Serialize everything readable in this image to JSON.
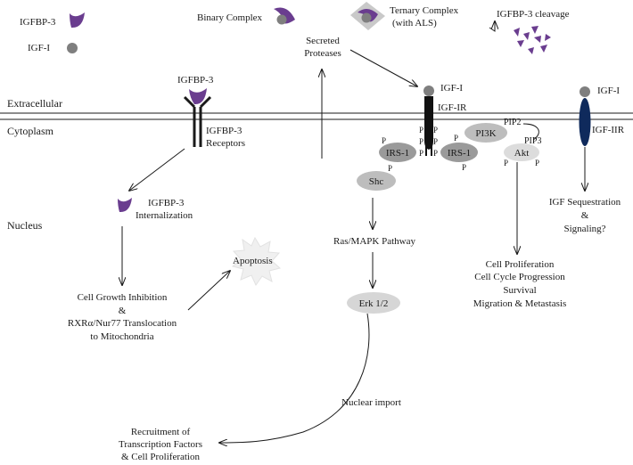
{
  "legend": {
    "igfbp3": "IGFBP-3",
    "igf1": "IGF-I",
    "binary": "Binary Complex",
    "ternary_1": "Ternary Complex",
    "ternary_2": "(with ALS)",
    "cleavage": "IGFBP-3 cleavage"
  },
  "zones": {
    "extracellular": "Extracellular",
    "cytoplasm": "Cytoplasm",
    "nucleus": "Nucleus"
  },
  "receptors": {
    "igfbp3_top": "IGFBP-3",
    "igfbp3_rec_1": "IGFBP-3",
    "igfbp3_rec_2": "Receptors",
    "igf1_ligand": "IGF-I",
    "igf1r": "IGF-IR",
    "igf2r_ligand": "IGF-I",
    "igf2r": "IGF-IIR"
  },
  "proteases": {
    "line1": "Secreted",
    "line2": "Proteases"
  },
  "nodes": {
    "irs1_left": "IRS-1",
    "irs1_right": "IRS-1",
    "pi3k": "PI3K",
    "akt": "Akt",
    "shc": "Shc",
    "erk": "Erk 1/2",
    "pip2": "PIP2",
    "pip3": "PIP3",
    "p": "P"
  },
  "pathways": {
    "internalization_1": "IGFBP-3",
    "internalization_2": "Internalization",
    "ras": "Ras/MAPK Pathway",
    "apoptosis": "Apoptosis",
    "nuclear_import": "Nuclear import",
    "growth_1": "Cell Growth Inhibition",
    "growth_2": "&",
    "growth_3": "RXRα/Nur77 Translocation",
    "growth_4": "to Mitochondria",
    "recruit_1": "Recruitment of",
    "recruit_2": "Transcription Factors",
    "recruit_3": "& Cell Proliferation",
    "prolif_1": "Cell Proliferation",
    "prolif_2": "Cell Cycle Progression",
    "prolif_3": "Survival",
    "prolif_4": "Migration & Metastasis",
    "seq_1": "IGF Sequestration",
    "seq_2": "&",
    "seq_3": "Signaling?"
  },
  "colors": {
    "igfbp3": "#6a3d8f",
    "igf1": "#7f7f7f",
    "node": "#bdbdbd",
    "node_dark": "#9a9a9a",
    "igf2r": "#0f2a5c"
  }
}
